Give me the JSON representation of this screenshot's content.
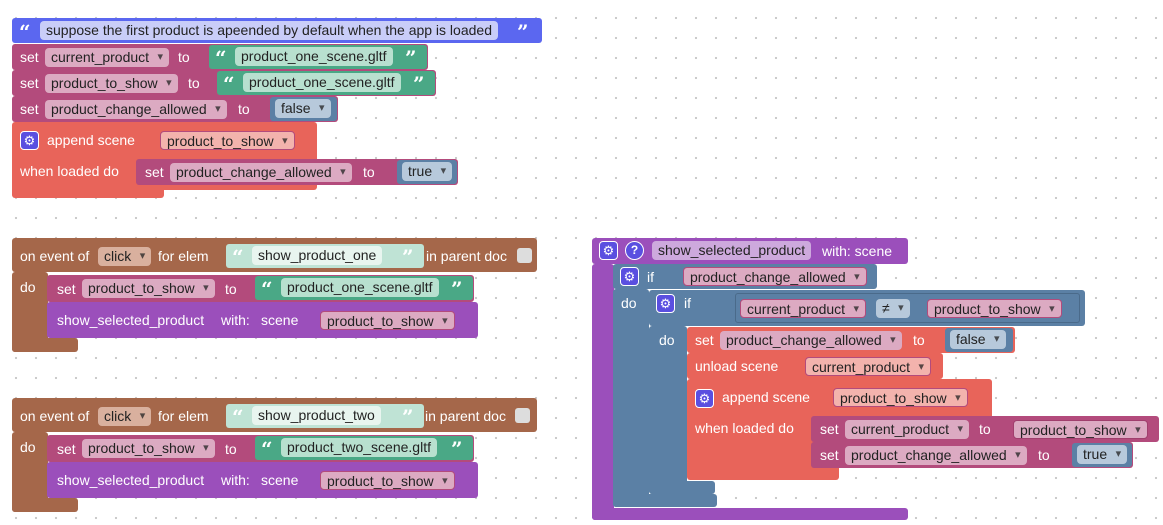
{
  "colors": {
    "text_block": "#5b67f0",
    "variables": "#b34b7c",
    "strings": "#4aa886",
    "logic": "#5b80a5",
    "scene": "#e8645a",
    "events": "#a5674a",
    "procedures": "#9b4fbb",
    "control": "#5b80a5"
  },
  "comment": {
    "open_quote": "“",
    "text": "suppose the first product is apeended by default when the app is loaded",
    "close_quote": "”"
  },
  "init_blocks": [
    {
      "set": "set",
      "var": "current_product",
      "to": "to",
      "value": "product_one_scene.gltf",
      "kind": "string"
    },
    {
      "set": "set",
      "var": "product_to_show",
      "to": "to",
      "value": "product_one_scene.gltf",
      "kind": "string"
    },
    {
      "set": "set",
      "var": "product_change_allowed",
      "to": "to",
      "value": "false",
      "kind": "boolean"
    }
  ],
  "append_block": {
    "label": "append scene",
    "arg": "product_to_show",
    "when_loaded": "when loaded do",
    "inner_set": "set",
    "inner_var": "product_change_allowed",
    "inner_to": "to",
    "inner_value": "true"
  },
  "event_one": {
    "prefix": "on event of",
    "event": "click",
    "for_elem": "for elem",
    "elem": "show_product_one",
    "suffix": "in parent doc",
    "do": "do",
    "set": "set",
    "var": "product_to_show",
    "to": "to",
    "value": "product_one_scene.gltf",
    "call": "show_selected_product",
    "with": "with:",
    "scene": "scene",
    "arg": "product_to_show"
  },
  "event_two": {
    "prefix": "on event of",
    "event": "click",
    "for_elem": "for elem",
    "elem": "show_product_two",
    "suffix": "in parent doc",
    "do": "do",
    "set": "set",
    "var": "product_to_show",
    "to": "to",
    "value": "product_two_scene.gltf",
    "call": "show_selected_product",
    "with": "with:",
    "scene": "scene",
    "arg": "product_to_show"
  },
  "procedure": {
    "name": "show_selected_product",
    "with": "with: scene",
    "if": "if",
    "do": "do",
    "cond_var": "product_change_allowed",
    "inner_if": "if",
    "cmp_left": "current_product",
    "cmp_op": "≠",
    "cmp_right": "product_to_show",
    "inner_do": "do",
    "set1": "set",
    "set1_var": "product_change_allowed",
    "set1_to": "to",
    "set1_value": "false",
    "unload": "unload scene",
    "unload_arg": "current_product",
    "append": "append scene",
    "append_arg": "product_to_show",
    "when_loaded": "when loaded do",
    "set2": "set",
    "set2_var": "current_product",
    "set2_to": "to",
    "set2_value": "product_to_show",
    "set3": "set",
    "set3_var": "product_change_allowed",
    "set3_to": "to",
    "set3_value": "true"
  }
}
